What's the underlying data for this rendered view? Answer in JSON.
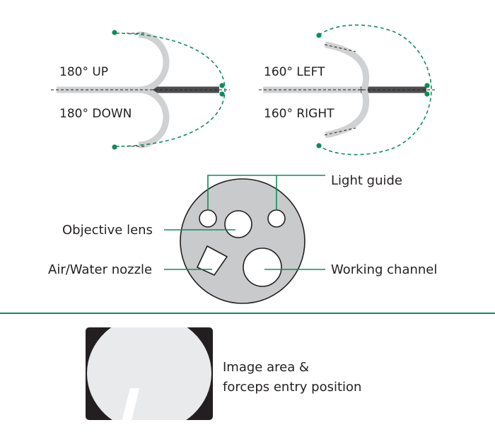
{
  "bending": {
    "up_label": "180° UP",
    "down_label": "180° DOWN",
    "left_label": "160° LEFT",
    "right_label": "160° RIGHT"
  },
  "tip": {
    "light_guide": "Light guide",
    "objective_lens": "Objective lens",
    "air_water_nozzle": "Air/Water nozzle",
    "working_channel": "Working channel"
  },
  "image_area": {
    "line1": "Image area &",
    "line2": "forceps entry position"
  },
  "colors": {
    "accent_green": "#0a8f5a",
    "tube_gray": "#cfd1d2",
    "insertion_dark": "#4d4d4f",
    "tip_face": "#c9cacb",
    "monitor_dark": "#231f20",
    "image_circle": "#e9eaeb"
  }
}
